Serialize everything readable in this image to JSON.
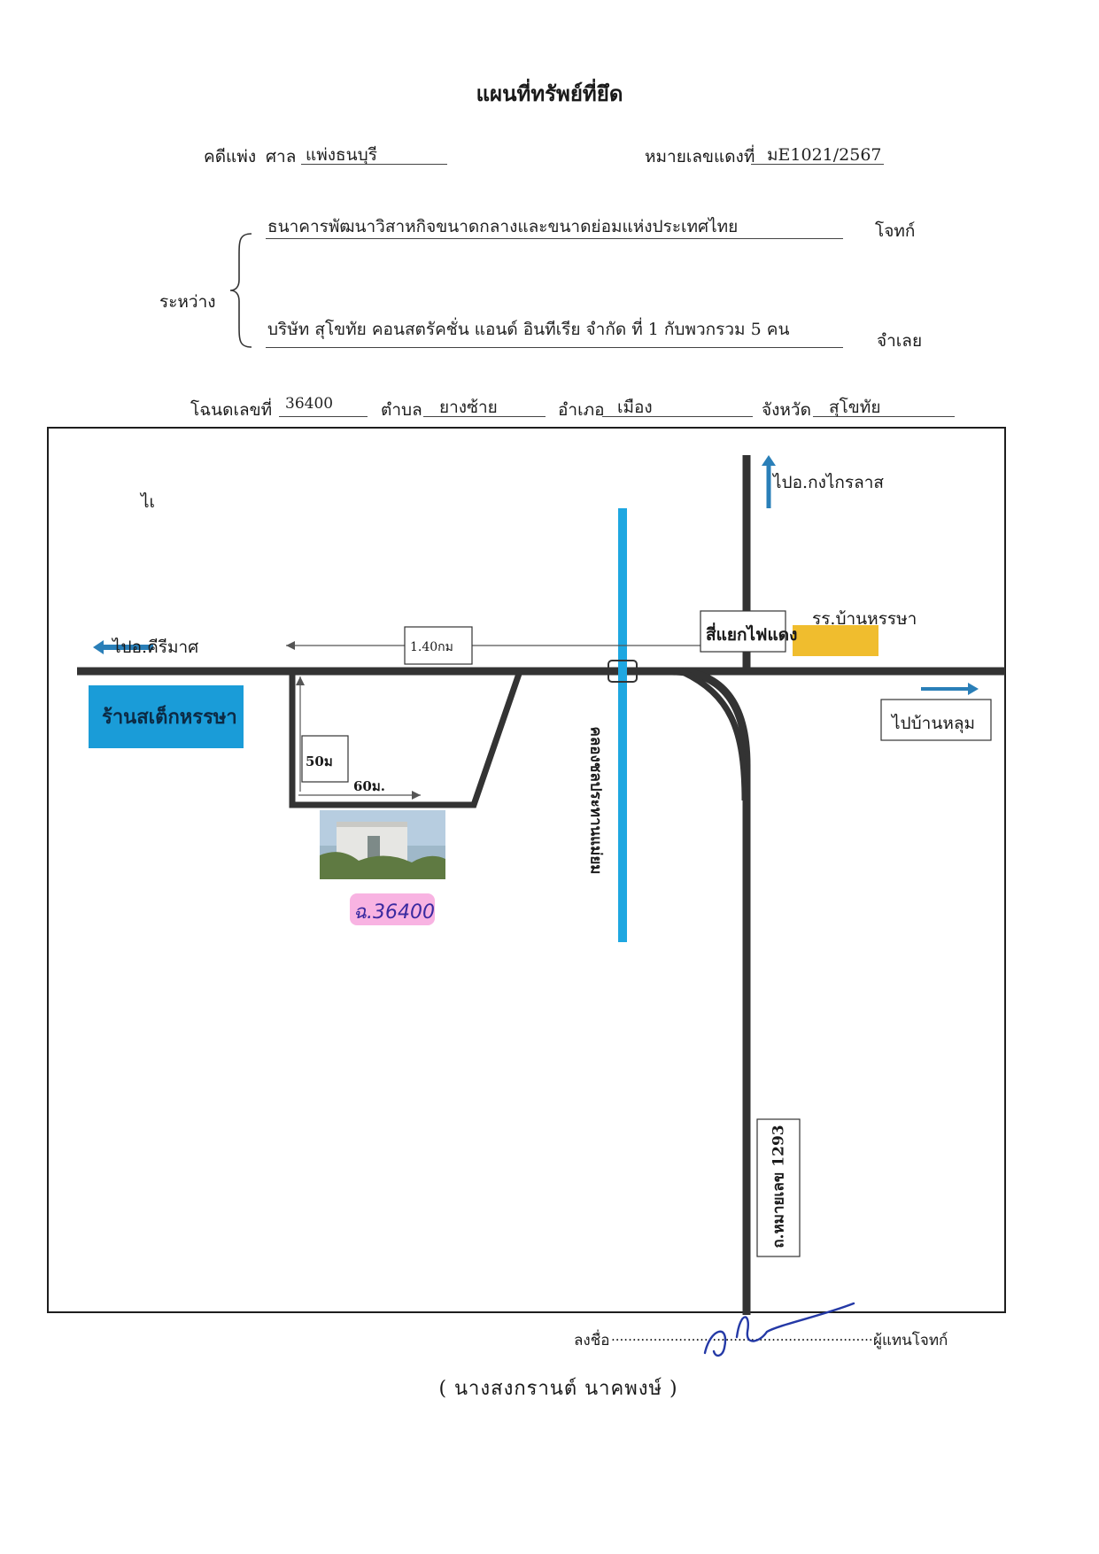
{
  "document": {
    "title": "แผนที่ทรัพย์ที่ยึด",
    "case_type_label": "คดีแพ่ง",
    "court_label": "ศาล",
    "court_value": "แพ่งธนบุรี",
    "red_case_label": "หมายเลขแดงที่",
    "red_case_value": "มE1021/2567",
    "between_label": "ระหว่าง",
    "plaintiff_value": "ธนาคารพัฒนาวิสาหกิจขนาดกลางและขนาดย่อมแห่งประเทศไทย",
    "plaintiff_label": "โจทก์",
    "defendant_value": "บริษัท สุโขทัย คอนสตรัคชั่น แอนด์ อินทีเรีย จำกัด ที่ 1 กับพวกรวม 5 คน",
    "defendant_label": "จำเลย",
    "deed_label": "โฉนดเลขที่",
    "deed_value": "36400",
    "subdistrict_label": "ตำบล",
    "subdistrict_value": "ยางซ้าย",
    "district_label": "อำเภอ",
    "district_value": "เมือง",
    "province_label": "จังหวัด",
    "province_value": "สุโขทัย"
  },
  "map": {
    "label_corner": "ไเ",
    "to_krong_krailat": "ไปอ.กงไกรลาส",
    "to_khiri_mat": "ไปอ.คีรีมาศ",
    "to_ban_lum": "ไปบ้านหลุม",
    "distance_label": "1.40กม",
    "junction_label": "สี่แยกไฟแดง",
    "school_label": "รร.บ้านหรรษา",
    "shop_label": "ร้านสเต็กหรรษา",
    "canal_label": "คลองชลประทานแม่ยม",
    "road_label": "ถ.หมายเลข 1293",
    "width_label": "50ม",
    "depth_label": "60ม.",
    "deed_tag": "ฉ.36400",
    "colors": {
      "canal": "#1ea7e1",
      "road": "#333333",
      "shop": "#1a9cd8",
      "school": "#f0bd2e",
      "arrow": "#2a7fb8",
      "highlight": "#f59ad8"
    }
  },
  "signature": {
    "sign_label": "ลงชื่อ",
    "dots": "................................................................................",
    "role_label": "ผู้แทนโจทก์",
    "name": "(  นางสงกรานต์  นาคพงษ์  )"
  }
}
